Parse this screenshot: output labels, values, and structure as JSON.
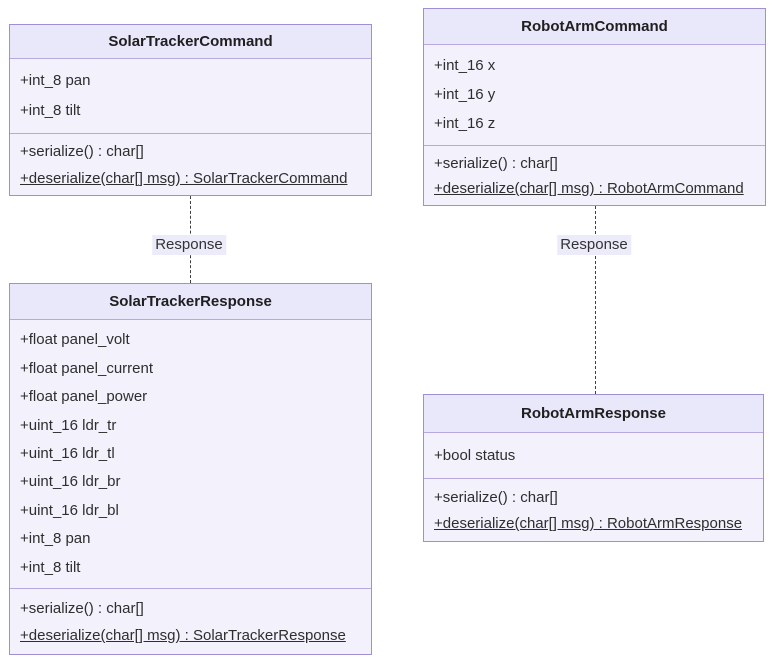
{
  "classes": [
    {
      "title": "SolarTrackerCommand",
      "fields": [
        "+int_8 pan",
        "+int_8 tilt"
      ],
      "methods": [
        "+serialize() : char[]",
        "+deserialize(char[] msg) : SolarTrackerCommand"
      ]
    },
    {
      "title": "RobotArmCommand",
      "fields": [
        "+int_16 x",
        "+int_16 y",
        "+int_16 z"
      ],
      "methods": [
        "+serialize() : char[]",
        "+deserialize(char[] msg) : RobotArmCommand"
      ]
    },
    {
      "title": "SolarTrackerResponse",
      "fields": [
        "+float panel_volt",
        "+float panel_current",
        "+float panel_power",
        "+uint_16 ldr_tr",
        "+uint_16 ldr_tl",
        "+uint_16 ldr_br",
        "+uint_16 ldr_bl",
        "+int_8 pan",
        "+int_8 tilt"
      ],
      "methods": [
        "+serialize() : char[]",
        "+deserialize(char[] msg) : SolarTrackerResponse"
      ]
    },
    {
      "title": "RobotArmResponse",
      "fields": [
        "+bool status"
      ],
      "methods": [
        "+serialize() : char[]",
        "+deserialize(char[] msg) : RobotArmResponse"
      ]
    }
  ],
  "edges": [
    {
      "label": "Response",
      "from": "SolarTrackerCommand",
      "to": "SolarTrackerResponse",
      "style": "dashed"
    },
    {
      "label": "Response",
      "from": "RobotArmCommand",
      "to": "RobotArmResponse",
      "style": "dashed"
    }
  ],
  "colors": {
    "node_body_fill": "#f3f1fc",
    "node_header_fill": "#e9e7fa",
    "node_border": "#a18fd6",
    "section_divider": "#b7a8e0",
    "text": "#2e2e2e",
    "edge_line": "#3f3f3f",
    "edge_label_bg": "#ecebfa"
  }
}
